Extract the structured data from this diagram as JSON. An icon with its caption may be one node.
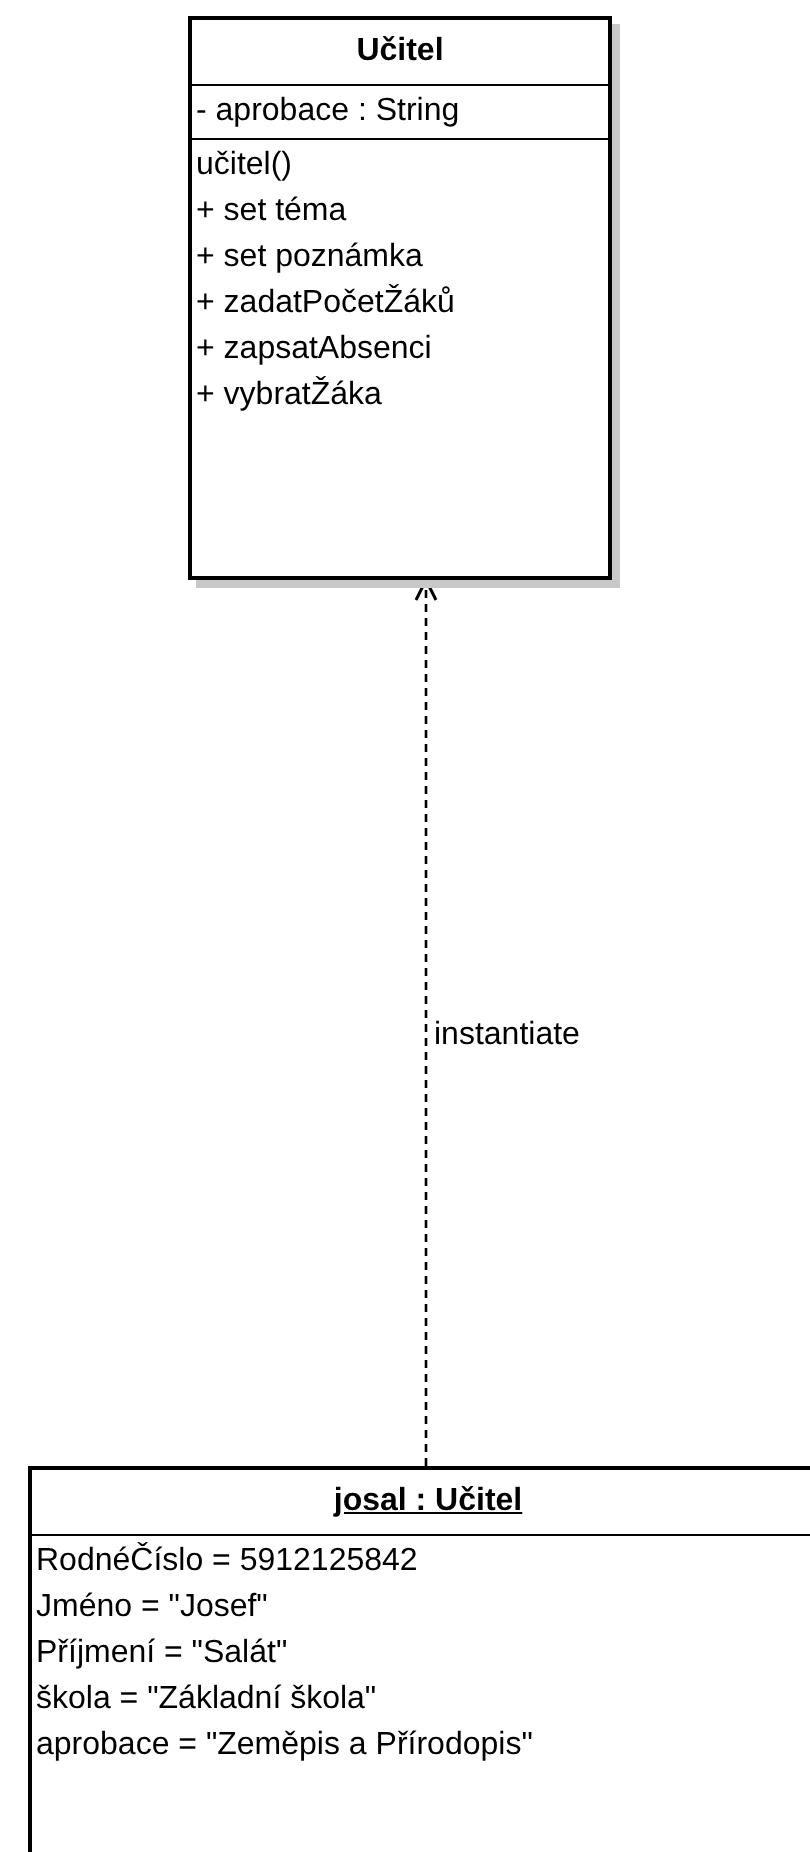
{
  "diagram": {
    "nodes": [
      {
        "text": [
          "Učitel",
          "- aprobace : String",
          "učitel()",
          "+ set téma",
          "+ set poznámka",
          "+ zadatPočetŽáků",
          "+ zapsatAbsenci",
          "+ vybratŽáka"
        ]
      },
      {
        "text": [
          "josal : Učitel",
          "RodnéČíslo = 5912125842",
          "Jméno = \"Josef\"",
          "Příjmení = \"Salát\"",
          "škola = \"Základní škola\"",
          "aprobace = \"Zeměpis a Přírodopis\""
        ]
      }
    ],
    "edges": [
      {
        "from": 1,
        "to": 0,
        "arrow": "to",
        "style": "dashed",
        "label": "instantiate"
      }
    ]
  }
}
